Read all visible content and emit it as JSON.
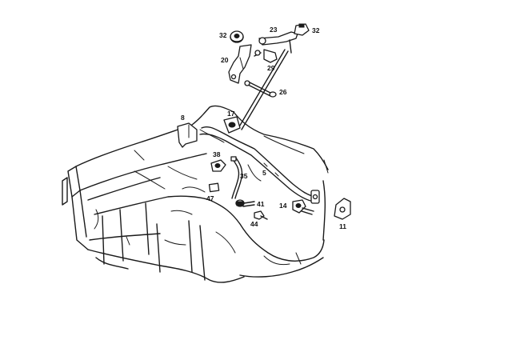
{
  "callouts": [
    {
      "id": "c32a",
      "label": "32"
    },
    {
      "id": "c23",
      "label": "23"
    },
    {
      "id": "c32b",
      "label": "32"
    },
    {
      "id": "c20",
      "label": "20"
    },
    {
      "id": "c29",
      "label": "29"
    },
    {
      "id": "c26",
      "label": "26"
    },
    {
      "id": "c8",
      "label": "8"
    },
    {
      "id": "c17",
      "label": "17"
    },
    {
      "id": "c38",
      "label": "38"
    },
    {
      "id": "c35",
      "label": "35"
    },
    {
      "id": "c5",
      "label": "5"
    },
    {
      "id": "c47",
      "label": "47"
    },
    {
      "id": "c41",
      "label": "41"
    },
    {
      "id": "c14",
      "label": "14"
    },
    {
      "id": "c44",
      "label": "44"
    },
    {
      "id": "c11",
      "label": "11"
    }
  ],
  "colors": {
    "line": "#1a1a1a",
    "background": "#ffffff"
  }
}
